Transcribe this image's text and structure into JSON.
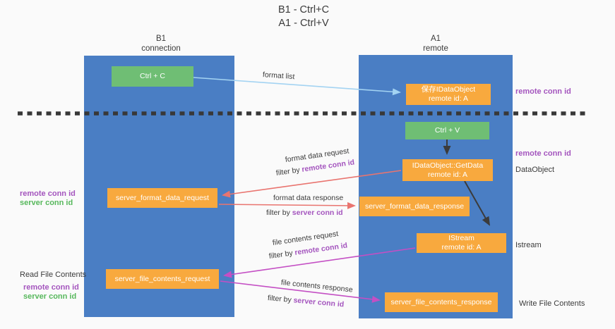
{
  "title": {
    "line1": "B1 - Ctrl+C",
    "line2": "A1 - Ctrl+V"
  },
  "lanes": {
    "left": {
      "line1": "B1",
      "line2": "connection"
    },
    "right": {
      "line1": "A1",
      "line2": "remote"
    }
  },
  "boxes": {
    "ctrl_c": {
      "label": "Ctrl + C"
    },
    "ctrl_v": {
      "label": "Ctrl + V"
    },
    "save_dataobject": {
      "line1": "保存IDataObject",
      "line2": "remote id: A"
    },
    "getdata": {
      "line1": "IDataObject::GetData",
      "line2": "remote id: A"
    },
    "istream": {
      "line1": "IStream",
      "line2": "remote id: A"
    },
    "server_format_data_request": {
      "label": "server_format_data_request"
    },
    "server_format_data_response": {
      "label": "server_format_data_response"
    },
    "server_file_contents_request": {
      "label": "server_file_contents_request"
    },
    "server_file_contents_response": {
      "label": "server_file_contents_response"
    }
  },
  "flow_labels": {
    "format_list": "format list",
    "format_data_request": "format data request",
    "format_data_response": "format data response",
    "file_contents_request": "file contents request",
    "file_contents_response": "file contents response",
    "filter_by": "filter by ",
    "remote_conn_id": "remote conn id",
    "server_conn_id": "server conn id"
  },
  "annotations": {
    "left_format_remote": "remote conn id",
    "left_format_server": "server conn id",
    "read_file_contents": "Read File Contents",
    "left_file_remote": "remote conn id",
    "left_file_server": "server conn id",
    "right_top_remote": "remote conn id",
    "right_mid_remote": "remote conn id",
    "dataobject": "DataObject",
    "istream": "Istream",
    "write_file_contents": "Write File Contents"
  },
  "colors": {
    "lane_blue": "#4a7ec4",
    "box_orange": "#f8a93e",
    "box_green": "#6fbe74",
    "arrow_light_blue": "#a3d3f2",
    "arrow_salmon": "#e9746f",
    "arrow_magenta": "#c44fc4",
    "arrow_black": "#3b3b3b",
    "dashed_line": "#383838",
    "text_purple": "#a455be",
    "text_green": "#57b85c",
    "text_dark": "#3b3b3b"
  }
}
